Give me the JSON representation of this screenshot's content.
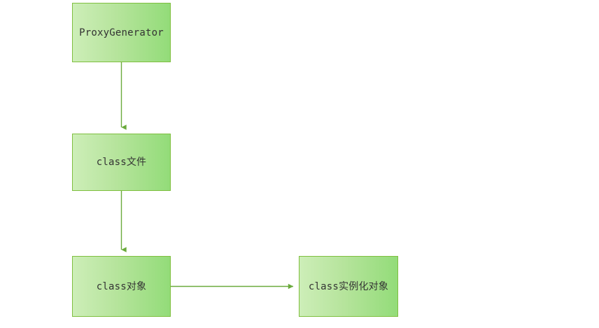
{
  "diagram": {
    "background_color": "#ffffff",
    "node_fill_light": "#cdeeb8",
    "node_fill_dark": "#93dc79",
    "node_border_color": "#7fbf3f",
    "edge_color": "#6aaa3c",
    "text_color": "#333333",
    "nodes": [
      {
        "id": "proxygenerator",
        "label": "ProxyGenerator"
      },
      {
        "id": "class-file",
        "label": "class文件"
      },
      {
        "id": "class-object",
        "label": "class对象"
      },
      {
        "id": "class-instance",
        "label": "class实例化对象"
      }
    ],
    "edges": [
      {
        "from": "proxygenerator",
        "to": "class-file",
        "direction": "down",
        "label": ""
      },
      {
        "from": "class-file",
        "to": "class-object",
        "direction": "down",
        "label": ""
      },
      {
        "from": "class-object",
        "to": "class-instance",
        "direction": "right",
        "label": ""
      }
    ]
  }
}
